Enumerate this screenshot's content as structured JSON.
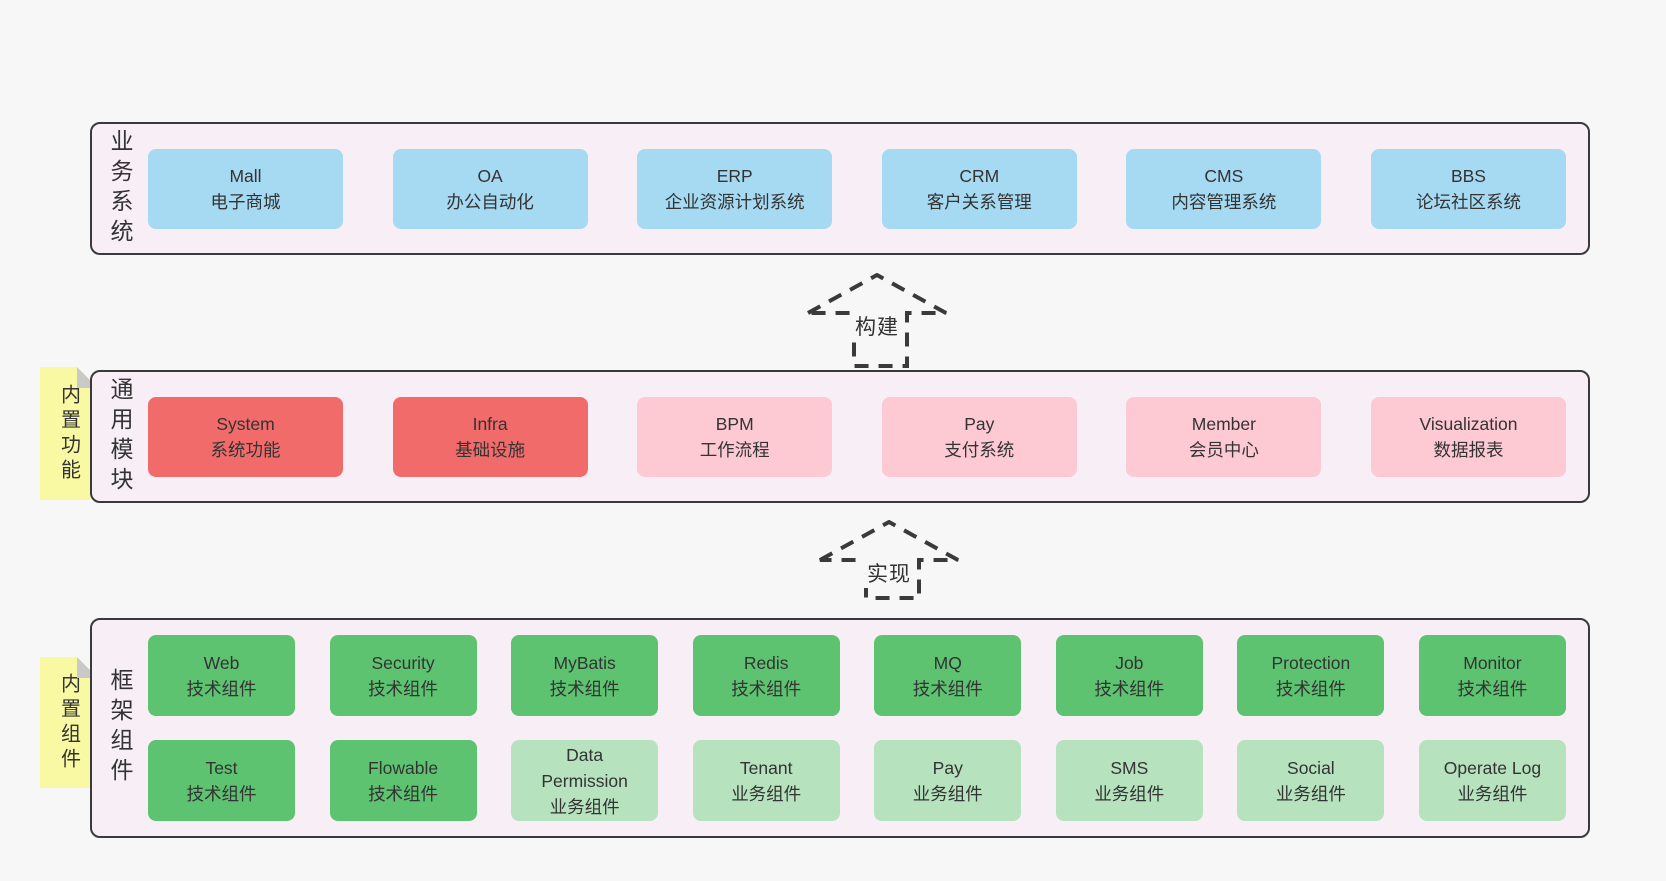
{
  "palette": {
    "page_bg": "#f7f7f7",
    "panel_bg": "#f8eef6",
    "panel_border": "#3a3a3a",
    "business_blue": "#a6daf2",
    "module_red": "#f16b6b",
    "module_pink": "#fdc9d3",
    "component_green_dark": "#5dc371",
    "component_green_light": "#b6e2bd",
    "sticky_yellow": "#faf9a3",
    "sticky_fold_gray": "#c9c9c9",
    "text": "#333333"
  },
  "arrows": [
    {
      "label": "构建"
    },
    {
      "label": "实现"
    }
  ],
  "layers": [
    {
      "label": "业务系统",
      "boxes": [
        {
          "name": "Mall",
          "sub": "电子商城",
          "variant": "blue"
        },
        {
          "name": "OA",
          "sub": "办公自动化",
          "variant": "blue"
        },
        {
          "name": "ERP",
          "sub": "企业资源计划系统",
          "variant": "blue"
        },
        {
          "name": "CRM",
          "sub": "客户关系管理",
          "variant": "blue"
        },
        {
          "name": "CMS",
          "sub": "内容管理系统",
          "variant": "blue"
        },
        {
          "name": "BBS",
          "sub": "论坛社区系统",
          "variant": "blue"
        }
      ]
    },
    {
      "label": "通用模块",
      "sticky": "内置功能",
      "boxes": [
        {
          "name": "System",
          "sub": "系统功能",
          "variant": "red"
        },
        {
          "name": "Infra",
          "sub": "基础设施",
          "variant": "red"
        },
        {
          "name": "BPM",
          "sub": "工作流程",
          "variant": "pink"
        },
        {
          "name": "Pay",
          "sub": "支付系统",
          "variant": "pink"
        },
        {
          "name": "Member",
          "sub": "会员中心",
          "variant": "pink"
        },
        {
          "name": "Visualization",
          "sub": "数据报表",
          "variant": "pink"
        }
      ]
    },
    {
      "label": "框架组件",
      "sticky": "内置组件",
      "rows": [
        [
          {
            "name": "Web",
            "sub": "技术组件",
            "variant": "tech"
          },
          {
            "name": "Security",
            "sub": "技术组件",
            "variant": "tech"
          },
          {
            "name": "MyBatis",
            "sub": "技术组件",
            "variant": "tech"
          },
          {
            "name": "Redis",
            "sub": "技术组件",
            "variant": "tech"
          },
          {
            "name": "MQ",
            "sub": "技术组件",
            "variant": "tech"
          },
          {
            "name": "Job",
            "sub": "技术组件",
            "variant": "tech"
          },
          {
            "name": "Protection",
            "sub": "技术组件",
            "variant": "tech"
          },
          {
            "name": "Monitor",
            "sub": "技术组件",
            "variant": "tech"
          }
        ],
        [
          {
            "name": "Test",
            "sub": "技术组件",
            "variant": "tech"
          },
          {
            "name": "Flowable",
            "sub": "技术组件",
            "variant": "tech"
          },
          {
            "name": "Data Permission",
            "sub": "业务组件",
            "variant": "biz"
          },
          {
            "name": "Tenant",
            "sub": "业务组件",
            "variant": "biz"
          },
          {
            "name": "Pay",
            "sub": "业务组件",
            "variant": "biz"
          },
          {
            "name": "SMS",
            "sub": "业务组件",
            "variant": "biz"
          },
          {
            "name": "Social",
            "sub": "业务组件",
            "variant": "biz"
          },
          {
            "name": "Operate Log",
            "sub": "业务组件",
            "variant": "biz"
          }
        ]
      ]
    }
  ]
}
